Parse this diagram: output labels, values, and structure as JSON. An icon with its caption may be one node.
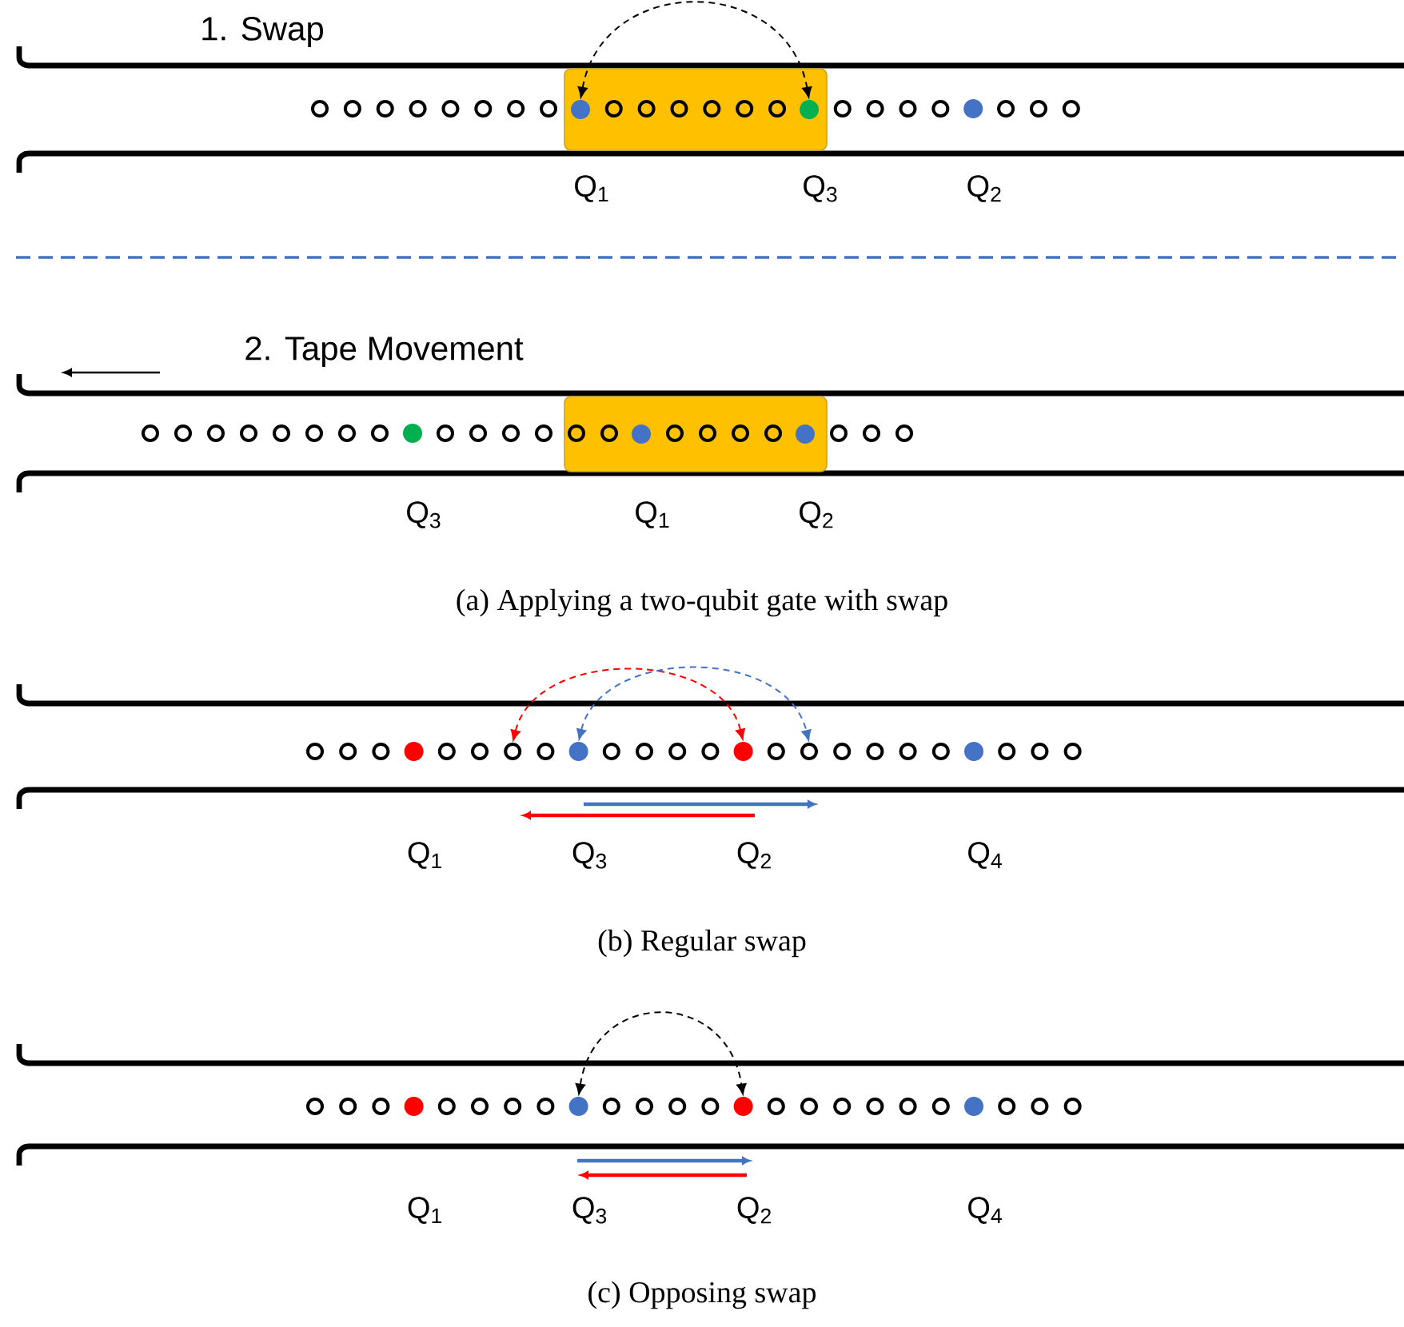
{
  "diagram": {
    "nodes": [
      {
        "text": [],
        "shape": "box"
      },
      {
        "text": [],
        "shape": "circle",
        "in": 0,
        "beside": [
          "Q$_{1}$"
        ]
      },
      {
        "text": [],
        "shape": "circle",
        "in": 0,
        "beside": [
          "Q$_{3}$"
        ]
      },
      {
        "text": [],
        "shape": "circle",
        "beside": [
          "Q$_{2}$"
        ]
      },
      {
        "text": [],
        "shape": "circle",
        "beside": [
          "Q$_{3}$"
        ]
      },
      {
        "text": [],
        "shape": "box"
      },
      {
        "text": [],
        "shape": "circle",
        "in": 5,
        "beside": [
          "Q$_{1}$"
        ]
      },
      {
        "text": [],
        "shape": "circle",
        "in": 5,
        "beside": [
          "Q$_{2}$"
        ]
      },
      {
        "text": [],
        "shape": "circle",
        "beside": [
          "Q$_{1}$"
        ]
      },
      {
        "text": [],
        "shape": "circle"
      },
      {
        "text": [],
        "shape": "circle",
        "beside": [
          "Q$_{3}$"
        ]
      },
      {
        "text": [],
        "shape": "circle",
        "beside": [
          "Q$_{2}$"
        ]
      },
      {
        "text": [],
        "shape": "circle"
      },
      {
        "text": [],
        "shape": "circle",
        "beside": [
          "Q$_{4}$"
        ]
      },
      {
        "text": [],
        "shape": "circle",
        "beside": [
          "Q$_{1}$"
        ]
      },
      {
        "text": [],
        "shape": "circle",
        "beside": [
          "Q$_{3}$"
        ]
      },
      {
        "text": [],
        "shape": "circle",
        "beside": [
          "Q$_{2}$"
        ]
      },
      {
        "text": [],
        "shape": "circle",
        "beside": [
          "Q$_{4}$"
        ]
      }
    ],
    "edges": [
      {
        "from": 1,
        "to": 2,
        "arrow": "both",
        "style": "dashed"
      },
      {
        "from": 11,
        "to": 9,
        "arrow": "both",
        "style": "dashed",
        "color": "#ff0000"
      },
      {
        "from": 10,
        "to": 12,
        "arrow": "both",
        "style": "dashed",
        "color": "#4472c4"
      },
      {
        "from": 15,
        "to": 16,
        "arrow": "both",
        "style": "dashed"
      }
    ],
    "labels": [
      "1. Swap",
      "2. Tape Movement",
      "(a) Applying a two-qubit gate with swap",
      "(b) Regular swap",
      "(c) Opposing swap"
    ]
  }
}
